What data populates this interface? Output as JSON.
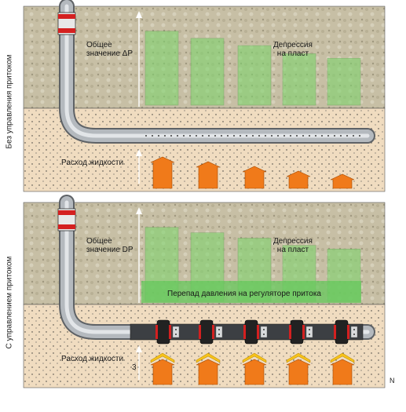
{
  "panels": [
    {
      "side_label": "Без управления притоком",
      "total_label_line1": "Общее",
      "total_label_line2": "значение ΔP",
      "depression_line1": "Депрессия",
      "depression_line2": "на пласт",
      "flow_label": "Расход жидкости",
      "bar_heights": [
        0.82,
        0.74,
        0.66,
        0.57,
        0.52
      ],
      "flow_arrow_levels": [
        1.0,
        0.85,
        0.7,
        0.55,
        0.45
      ]
    },
    {
      "side_label": "С управлением притоком",
      "total_label_line1": "Общее",
      "total_label_line2": "значение DP",
      "depression_line1": "Депрессия",
      "depression_line2": "на пласт",
      "valve_label": "Перепад давления на регуляторе притока",
      "flow_label": "Расход жидкости",
      "flow_label_suffix": "3",
      "bar_heights": [
        0.82,
        0.76,
        0.7,
        0.62,
        0.58
      ],
      "flow_arrow_levels": [
        0.8,
        0.8,
        0.8,
        0.8,
        0.8
      ]
    }
  ],
  "n_label": "N",
  "colors": {
    "rock": "#c9c0a8",
    "sand": "#f0dcc0",
    "bar_green": "#7fd46e",
    "arrow_orange": "#f07a1a",
    "arrow_yellow": "#f6c21a",
    "pipe_grey": "#9aa0a6",
    "packer_red": "#d42020"
  }
}
